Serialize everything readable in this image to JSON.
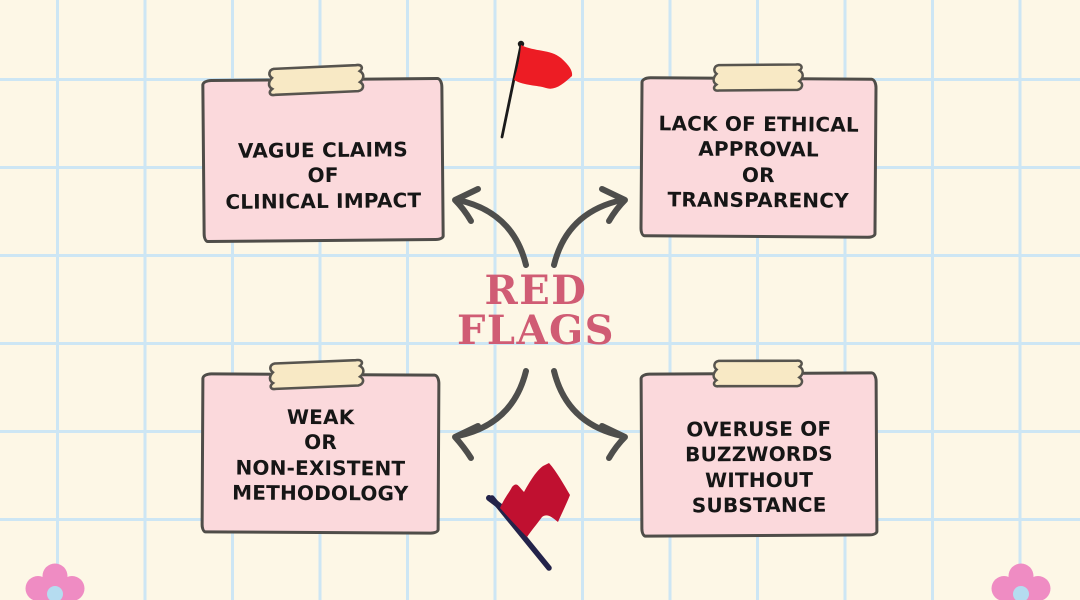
{
  "title": {
    "text": "RED\nFLAGS",
    "color": "#d05c74"
  },
  "notes": [
    {
      "name": "vague-claims",
      "text": "VAGUE CLAIMS\nOF\nCLINICAL IMPACT"
    },
    {
      "name": "ethical-approval",
      "text": "LACK OF ETHICAL\nAPPROVAL\nOR\nTRANSPARENCY"
    },
    {
      "name": "weak-methodology",
      "text": "WEAK\nOR\nNON-EXISTENT\nMETHODOLOGY"
    },
    {
      "name": "buzzwords",
      "text": "OVERUSE OF\nBUZZWORDS\nWITHOUT\nSUBSTANCE"
    }
  ],
  "icons": {
    "top_flag": "red-flag-icon",
    "bottom_flag": "waving-red-flag-icon",
    "tapes": "washi-tape-icon",
    "flowers": "pink-flower-icon",
    "arrows": "curved-arrow-icon"
  },
  "colors": {
    "background": "#fdf7e6",
    "grid": "#cde6f4",
    "note_fill": "#fbd9dc",
    "note_border": "#4f4d49",
    "note_text": "#161616",
    "tape_fill": "#f8e9c5",
    "arrow": "#4e4e4c",
    "flag_top": "#ed1c24",
    "flag_bottom": "#c01030",
    "flag_pole_bottom": "#23234a",
    "flower_petal": "#ef8cc3",
    "flower_center": "#b5dcf0",
    "title": "#d05c74"
  }
}
